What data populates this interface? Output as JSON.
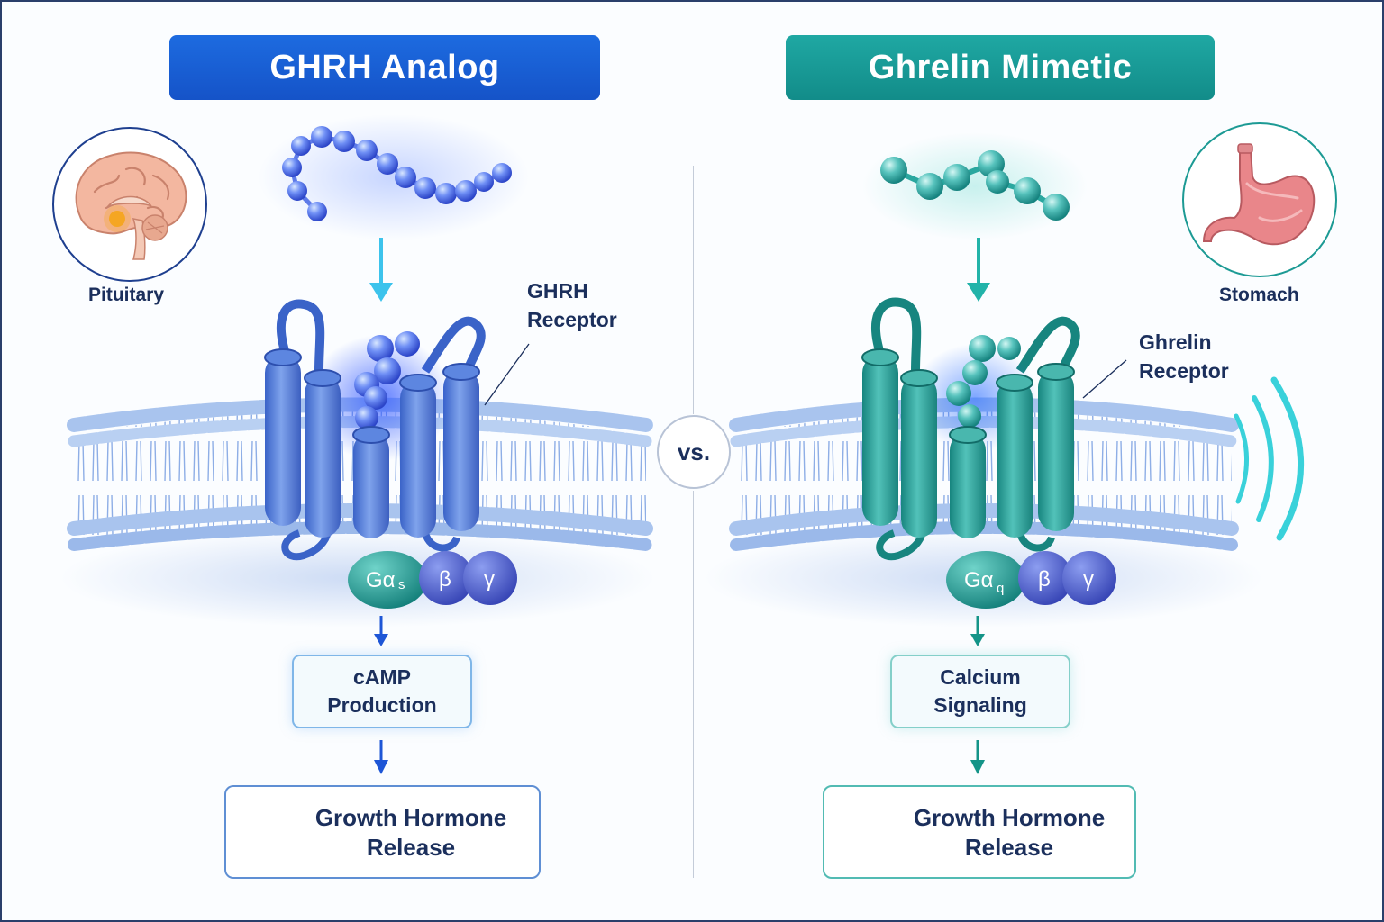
{
  "left": {
    "title": "GHRH Analog",
    "organ_label": "Pituitary",
    "organ_icon": "brain-icon",
    "receptor_label_line1": "GHRH",
    "receptor_label_line2": "Receptor",
    "g_alpha": "Gα",
    "g_alpha_sub": "s",
    "g_beta": "β",
    "g_gamma": "γ",
    "step_line1": "cAMP",
    "step_line2": "Production",
    "outcome_line1": "Growth Hormone",
    "outcome_line2": "Release",
    "accent": "#1d6be0"
  },
  "right": {
    "title": "Ghrelin Mimetic",
    "organ_label": "Stomach",
    "organ_icon": "stomach-icon",
    "receptor_label_line1": "Ghrelin",
    "receptor_label_line2": "Receptor",
    "g_alpha": "Gα",
    "g_alpha_sub": "q",
    "g_beta": "β",
    "g_gamma": "γ",
    "step_line1": "Calcium",
    "step_line2": "Signaling",
    "outcome_line1": "Growth Hormone",
    "outcome_line2": "Release",
    "accent": "#1fa8a3"
  },
  "vs_label": "vs."
}
